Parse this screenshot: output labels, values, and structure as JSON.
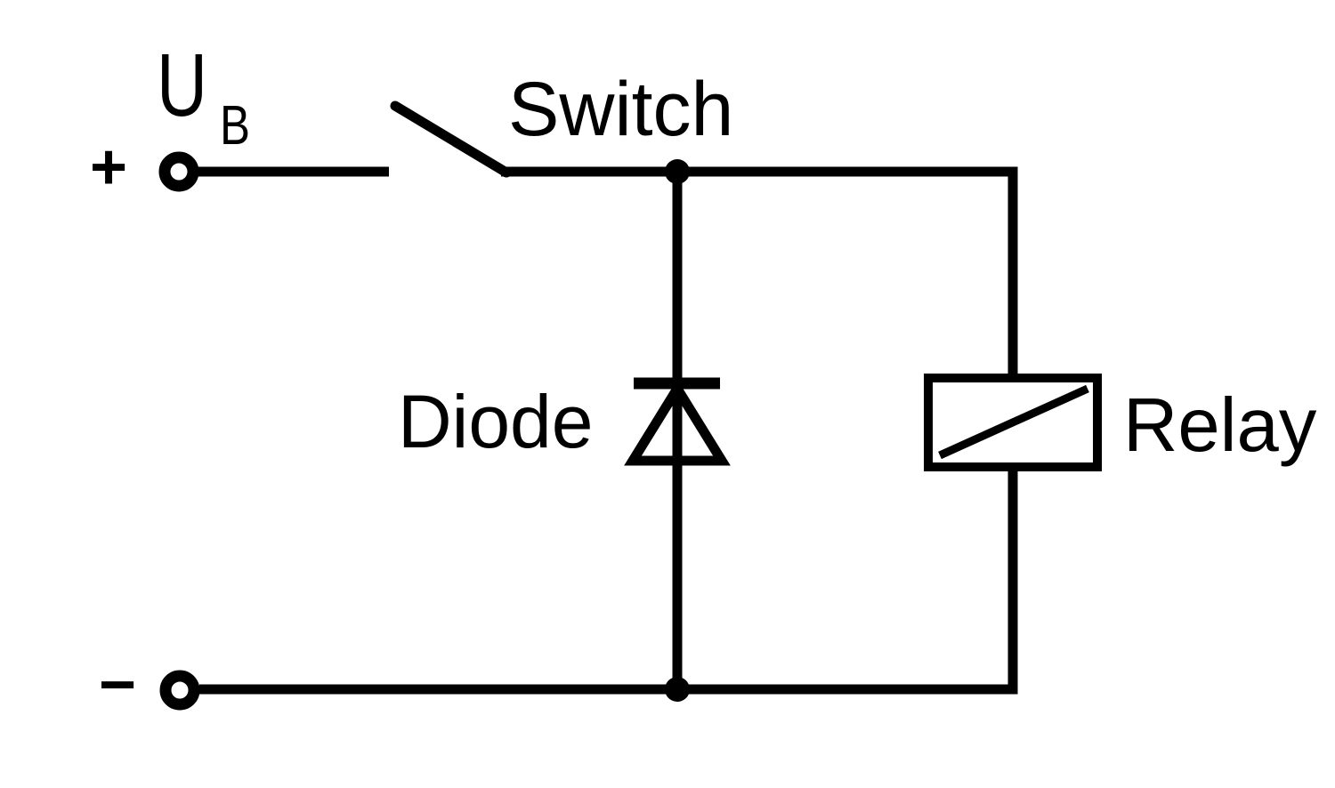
{
  "diagram": {
    "kind": "circuit-schematic",
    "colors": {
      "line": "#000000",
      "background": "#ffffff"
    },
    "source": {
      "voltage_label": "U",
      "voltage_subscript": "B",
      "positive_sign": "+",
      "negative_sign": "−"
    },
    "components": {
      "switch_label": "Switch",
      "diode_label": "Diode",
      "relay_label": "Relay"
    }
  }
}
